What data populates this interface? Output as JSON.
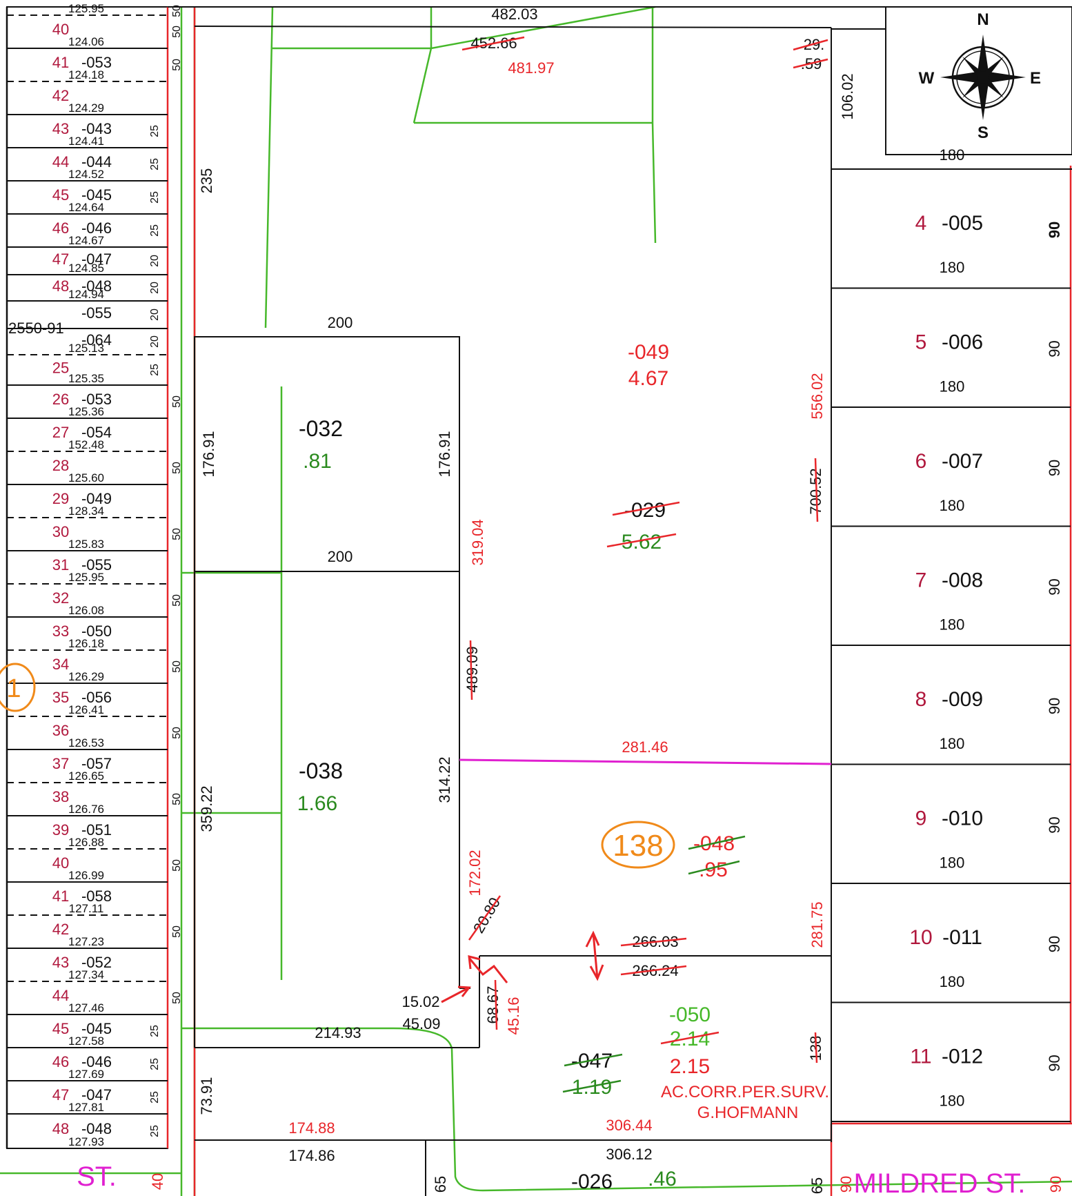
{
  "compass": {
    "n": "N",
    "s": "S",
    "e": "E",
    "w": "W"
  },
  "left_column": {
    "rows": [
      {
        "lot": "",
        "code": "",
        "dist": "125.95",
        "width": "50"
      },
      {
        "lot": "40",
        "code": "",
        "dist": "124.06",
        "width": "50"
      },
      {
        "lot": "41",
        "code": "-053",
        "dist": "124.18",
        "width": "50"
      },
      {
        "lot": "42",
        "code": "",
        "dist": "124.29",
        "width": ""
      },
      {
        "lot": "43",
        "code": "-043",
        "dist": "124.41",
        "width": "25"
      },
      {
        "lot": "44",
        "code": "-044",
        "dist": "124.52",
        "width": "25"
      },
      {
        "lot": "45",
        "code": "-045",
        "dist": "124.64",
        "width": "25"
      },
      {
        "lot": "46",
        "code": "-046",
        "dist": "124.67",
        "width": "25"
      },
      {
        "lot": "47",
        "code": "-047",
        "dist": "124.85",
        "width": "20"
      },
      {
        "lot": "48",
        "code": "-048",
        "dist": "124.94",
        "width": "20"
      },
      {
        "lot": "",
        "code": "-055",
        "dist": "",
        "width": "20"
      },
      {
        "lot": "",
        "code": "-064",
        "dist": "125.13",
        "width": "20"
      },
      {
        "lot": "25",
        "code": "",
        "dist": "125.35",
        "width": "25"
      },
      {
        "lot": "26",
        "code": "-053",
        "dist": "125.36",
        "width": "50"
      },
      {
        "lot": "27",
        "code": "-054",
        "dist": "152.48",
        "width": ""
      },
      {
        "lot": "28",
        "code": "",
        "dist": "125.60",
        "width": "50"
      },
      {
        "lot": "29",
        "code": "-049",
        "dist": "128.34",
        "width": ""
      },
      {
        "lot": "30",
        "code": "",
        "dist": "125.83",
        "width": "50"
      },
      {
        "lot": "31",
        "code": "-055",
        "dist": "125.95",
        "width": ""
      },
      {
        "lot": "32",
        "code": "",
        "dist": "126.08",
        "width": "50"
      },
      {
        "lot": "33",
        "code": "-050",
        "dist": "126.18",
        "width": ""
      },
      {
        "lot": "34",
        "code": "",
        "dist": "126.29",
        "width": "50"
      },
      {
        "lot": "35",
        "code": "-056",
        "dist": "126.41",
        "width": ""
      },
      {
        "lot": "36",
        "code": "",
        "dist": "126.53",
        "width": "50"
      },
      {
        "lot": "37",
        "code": "-057",
        "dist": "126.65",
        "width": ""
      },
      {
        "lot": "38",
        "code": "",
        "dist": "126.76",
        "width": "50"
      },
      {
        "lot": "39",
        "code": "-051",
        "dist": "126.88",
        "width": ""
      },
      {
        "lot": "40",
        "code": "",
        "dist": "126.99",
        "width": "50"
      },
      {
        "lot": "41",
        "code": "-058",
        "dist": "127.11",
        "width": ""
      },
      {
        "lot": "42",
        "code": "",
        "dist": "127.23",
        "width": "50"
      },
      {
        "lot": "43",
        "code": "-052",
        "dist": "127.34",
        "width": ""
      },
      {
        "lot": "44",
        "code": "",
        "dist": "127.46",
        "width": "50"
      },
      {
        "lot": "45",
        "code": "-045",
        "dist": "127.58",
        "width": "25"
      },
      {
        "lot": "46",
        "code": "-046",
        "dist": "127.69",
        "width": "25"
      },
      {
        "lot": "47",
        "code": "-047",
        "dist": "127.81",
        "width": "25"
      },
      {
        "lot": "48",
        "code": "-048",
        "dist": "127.93",
        "width": "25"
      }
    ],
    "ref_2550": "2550-91",
    "street": "ST.",
    "street_width": "40",
    "orange_partial": "1"
  },
  "strip": {
    "dim_235": "235",
    "dim_359": "359.22",
    "dim_73": "73.91"
  },
  "parcels": {
    "p032": {
      "code": "-032",
      "acres": ".81",
      "top": "200",
      "bottom": "200",
      "left": "176.91",
      "right": "176.91"
    },
    "p038": {
      "code": "-038",
      "acres": "1.66",
      "right": "314.22",
      "bottom": "214.93"
    },
    "p049": {
      "code": "-049",
      "acres": "4.67",
      "old_code": "-029",
      "old_acres": "5.62",
      "dim_319": "319.04",
      "dim_489_old": "489.09",
      "dim_556": "556.02",
      "dim_700_old": "700.52",
      "dim_281": "281.46"
    },
    "top": {
      "dim_482": "482.03",
      "old_452": "452.66",
      "dim_481": "481.97",
      "old_29": "29.",
      "old_59": ".59",
      "dim_106": "106.02"
    },
    "p048": {
      "map_no": "138",
      "old_code": "-048",
      "old_acres": ".95",
      "dim_172": "172.02",
      "old_20": "20.80",
      "dim_281_75": "281.75",
      "old_266_03": "266.03",
      "old_266_24": "266.24"
    },
    "p050": {
      "code": "-050",
      "old_acres": "2.14",
      "acres": "2.15",
      "note1": "AC.CORR.PER.SURV.",
      "note2": "G.HOFMANN",
      "dim_15": "15.02",
      "dim_45_09": "45.09",
      "old_68": "68.67",
      "dim_45_16": "45.16",
      "old_138": "138",
      "old_047": "-047",
      "old_119": "1.19",
      "dim_306_44": "306.44"
    },
    "bottom": {
      "dim_174_88": "174.88",
      "dim_174_86": "174.86",
      "dim_306_12": "306.12",
      "code_026": "-026",
      "acres_026": ".46",
      "dim_65a": "65",
      "dim_65b": "65",
      "street": "MILDRED ST.",
      "w90a": "90",
      "w90b": "90"
    }
  },
  "right_lots": [
    {
      "lot": "4",
      "code": "-005",
      "depth": "180",
      "width": "90"
    },
    {
      "lot": "5",
      "code": "-006",
      "depth": "180",
      "width": "90"
    },
    {
      "lot": "6",
      "code": "-007",
      "depth": "180",
      "width": "90"
    },
    {
      "lot": "7",
      "code": "-008",
      "depth": "180",
      "width": "90"
    },
    {
      "lot": "8",
      "code": "-009",
      "depth": "180",
      "width": "90"
    },
    {
      "lot": "9",
      "code": "-010",
      "depth": "180",
      "width": "90"
    },
    {
      "lot": "10",
      "code": "-011",
      "depth": "180",
      "width": "90"
    },
    {
      "lot": "11",
      "code": "-012",
      "depth": "180",
      "width": "90"
    }
  ],
  "right_top_partial": "180",
  "colors": {
    "black": "#111111",
    "red": "#e8262a",
    "maroon": "#b0183d",
    "green": "#2a8a1e",
    "light_green": "#46b82a",
    "magenta": "#e020d0",
    "orange": "#f08a1a"
  }
}
